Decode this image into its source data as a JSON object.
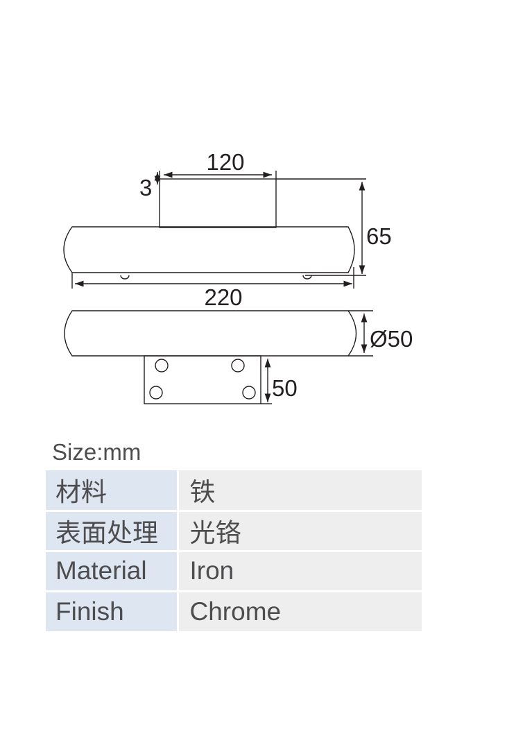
{
  "drawing": {
    "dimensions": {
      "top_width": "120",
      "top_height": "3",
      "overall_height": "65",
      "length": "220",
      "diameter": "Ø50",
      "plate_width": "50"
    }
  },
  "size_label": "Size:mm",
  "specs": [
    {
      "key": "材料",
      "value": "铁"
    },
    {
      "key": "表面处理",
      "value": "光铬"
    },
    {
      "key": "Material",
      "value": "Iron"
    },
    {
      "key": "Finish",
      "value": "Chrome"
    }
  ]
}
